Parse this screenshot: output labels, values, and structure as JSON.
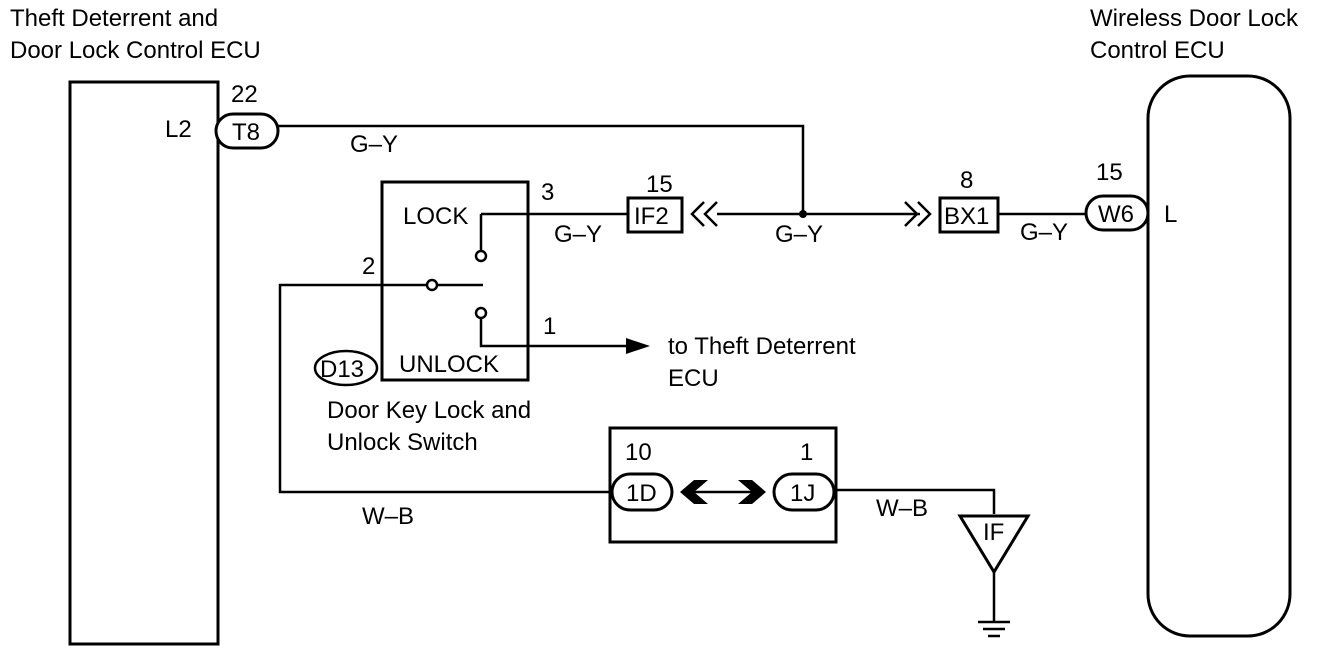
{
  "ecu_left": {
    "title_line1": "Theft Deterrent and",
    "title_line2": "Door Lock Control ECU",
    "terminal": "L2",
    "pin": "22",
    "connector": "T8"
  },
  "ecu_right": {
    "title_line1": "Wireless Door Lock",
    "title_line2": "Control ECU",
    "terminal": "L",
    "pin": "15",
    "connector": "W6"
  },
  "switch": {
    "connector": "D13",
    "lock_label": "LOCK",
    "unlock_label": "UNLOCK",
    "name_line1": "Door Key Lock and",
    "name_line2": "Unlock Switch",
    "pin_lock": "3",
    "pin_common": "2",
    "pin_unlock": "1"
  },
  "junctions": {
    "if2_pin": "15",
    "if2_label": "IF2",
    "bx1_pin": "8",
    "bx1_label": "BX1",
    "jb_left_pin": "10",
    "jb_left_label": "1D",
    "jb_right_pin": "1",
    "jb_right_label": "1J"
  },
  "ground": {
    "label": "IF"
  },
  "wires": {
    "top_color": "G–Y",
    "lock_color": "G–Y",
    "mid_color": "G–Y",
    "right_color": "G–Y",
    "ground_left_color": "W–B",
    "ground_right_color": "W–B"
  },
  "destination": {
    "line1": "to Theft Deterrent",
    "line2": "ECU"
  }
}
